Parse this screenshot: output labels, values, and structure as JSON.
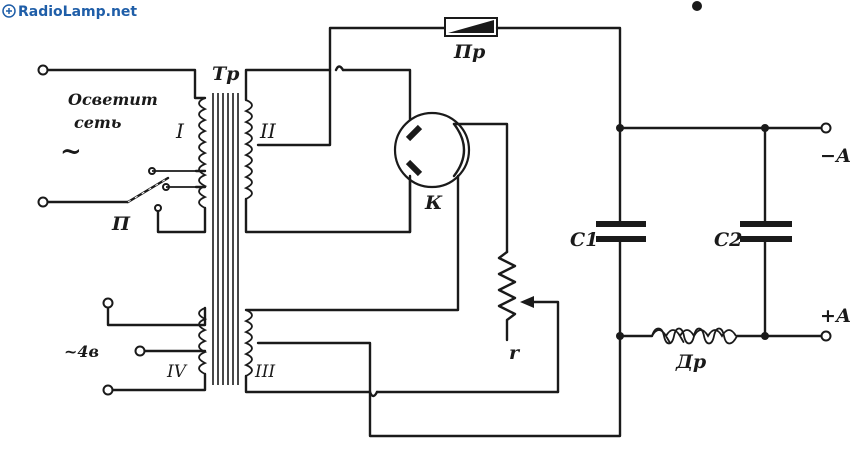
{
  "watermark": {
    "site": "RadioLamp.net"
  },
  "labels": {
    "transformer": "Тр",
    "fuse": "Пр",
    "mains_line1": "Осветит",
    "mains_line2": "сеть",
    "ac_symbol": "~",
    "winding_1": "I",
    "winding_2": "II",
    "winding_3": "III",
    "winding_4": "IV",
    "switch": "П",
    "tube": "К",
    "resistor": "r",
    "cap1": "C1",
    "cap2": "C2",
    "choke": "Др",
    "neg_out": "−А",
    "pos_out": "+А",
    "filament_out": "~4в"
  }
}
